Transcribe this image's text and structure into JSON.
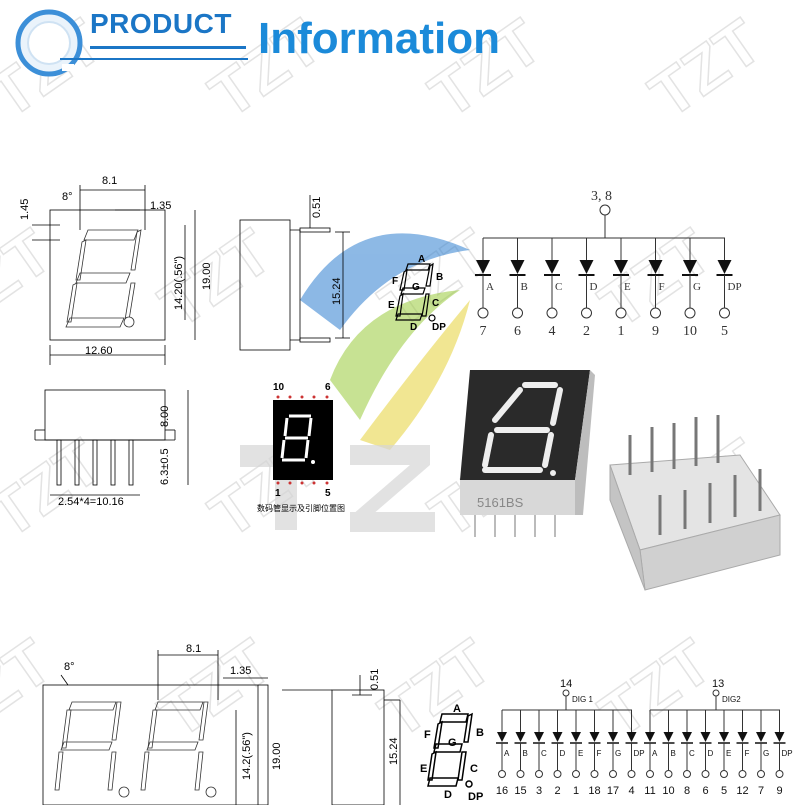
{
  "header": {
    "product": "PRODUCT",
    "information": "Information"
  },
  "watermark": "TZT",
  "display1": {
    "dims": {
      "width_top": "8.1",
      "top_offset": "1.45",
      "slant": "8°",
      "segment_w": "1.35",
      "height_char": "14.20(.56\")",
      "height": "19.00",
      "width": "12.60",
      "depth": "8.00",
      "pin_len": "6.3±0.5",
      "pitch": "2.54*4=10.16",
      "side_top": "0.51",
      "side_height": "15.24"
    },
    "segments": [
      "A",
      "B",
      "C",
      "D",
      "E",
      "F",
      "G",
      "DP"
    ],
    "circuit": {
      "common": "3, 8",
      "labels": [
        "A",
        "B",
        "C",
        "D",
        "E",
        "F",
        "G",
        "DP"
      ],
      "pins": [
        "7",
        "6",
        "4",
        "2",
        "1",
        "9",
        "10",
        "5"
      ]
    },
    "pinmap": {
      "top_left": "10",
      "top_right": "6",
      "bottom_left": "1",
      "bottom_right": "5",
      "caption": "数码管显示及引脚位置图"
    },
    "part_number": "5161BS"
  },
  "display2": {
    "dims": {
      "slant": "8°",
      "width_top": "8.1",
      "segment_w": "1.35",
      "side_top": "0.51",
      "height_char": "14.2(.56\")",
      "height": "19.00",
      "side_height": "15.24"
    },
    "circuit": {
      "common1": "14",
      "dig1": "DIG 1",
      "common2": "13",
      "dig2": "DIG2",
      "labels": [
        "A",
        "B",
        "C",
        "D",
        "E",
        "F",
        "G",
        "DP",
        "A",
        "B",
        "C",
        "D",
        "E",
        "F",
        "G",
        "DP"
      ],
      "pins": [
        "16",
        "15",
        "3",
        "2",
        "1",
        "18",
        "17",
        "4",
        "11",
        "10",
        "8",
        "6",
        "5",
        "12",
        "7",
        "9"
      ]
    }
  },
  "colors": {
    "brand": "#1b76c6",
    "ring": "#3c8fd8"
  }
}
